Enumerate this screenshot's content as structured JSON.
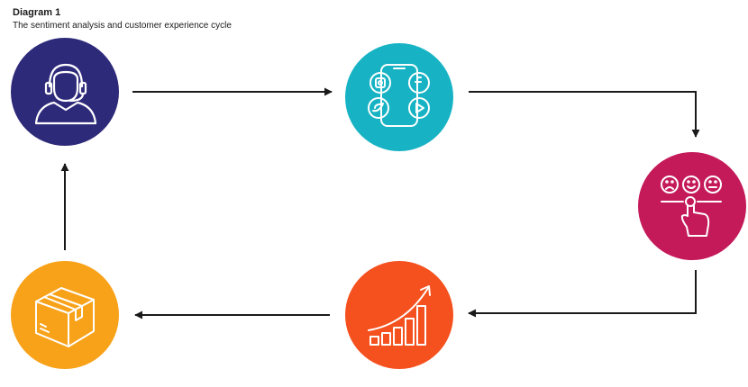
{
  "header": {
    "title": "Diagram 1",
    "subtitle": "The sentiment analysis and customer experience cycle"
  },
  "nodes": [
    {
      "id": "customer-support",
      "icon": "customer-support-headset-icon",
      "color": "#2e2a7a"
    },
    {
      "id": "social-media",
      "icon": "social-media-smartphone-icon",
      "color": "#17b3c4"
    },
    {
      "id": "sentiment-rating",
      "icon": "sentiment-rating-faces-icon",
      "color": "#c41a5a"
    },
    {
      "id": "growth",
      "icon": "growth-bar-chart-icon",
      "color": "#f5511f"
    },
    {
      "id": "product",
      "icon": "product-box-icon",
      "color": "#f8a21a"
    }
  ],
  "colors": {
    "arrow": "#1a1a1a",
    "icon_stroke": "#ffffff"
  }
}
